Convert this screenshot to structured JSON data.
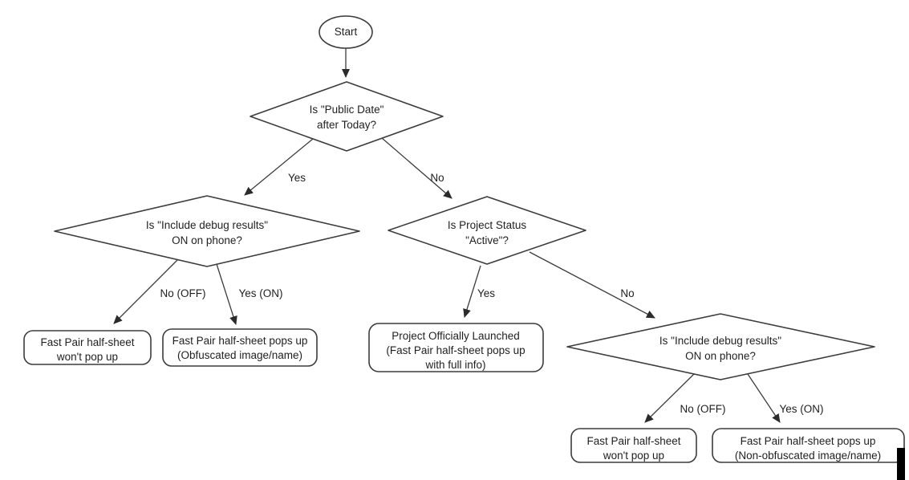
{
  "diagram": {
    "type": "flowchart",
    "background": "#ffffff",
    "stroke_color": "#3c3c3c",
    "text_color": "#1f1f1f",
    "nodes": {
      "start": {
        "shape": "ellipse",
        "label": "Start"
      },
      "decision_public_date": {
        "shape": "diamond",
        "lines": [
          "Is \"Public Date\"",
          "after Today?"
        ]
      },
      "decision_debug_left": {
        "shape": "diamond",
        "lines": [
          "Is \"Include debug results\"",
          "ON on phone?"
        ]
      },
      "decision_project_status": {
        "shape": "diamond",
        "lines": [
          "Is Project Status",
          "\"Active\"?"
        ]
      },
      "decision_debug_right": {
        "shape": "diamond",
        "lines": [
          "Is \"Include debug results\"",
          "ON on phone?"
        ]
      },
      "result_no_popup_left": {
        "shape": "rounded-rect",
        "lines": [
          "Fast Pair half-sheet",
          "won't pop up"
        ]
      },
      "result_obfuscated": {
        "shape": "rounded-rect",
        "lines": [
          "Fast Pair half-sheet pops up",
          "(Obfuscated image/name)"
        ]
      },
      "result_launched": {
        "shape": "rounded-rect",
        "lines": [
          "Project Officially Launched",
          "(Fast Pair half-sheet pops up",
          "with full info)"
        ]
      },
      "result_no_popup_right": {
        "shape": "rounded-rect",
        "lines": [
          "Fast Pair half-sheet",
          "won't pop up"
        ]
      },
      "result_non_obfuscated": {
        "shape": "rounded-rect",
        "lines": [
          "Fast Pair half-sheet pops up",
          "(Non-obfuscated image/name)"
        ]
      }
    },
    "edge_labels": {
      "public_date_yes": "Yes",
      "public_date_no": "No",
      "debug_left_no": "No (OFF)",
      "debug_left_yes": "Yes (ON)",
      "project_status_yes": "Yes",
      "project_status_no": "No",
      "debug_right_no": "No (OFF)",
      "debug_right_yes": "Yes (ON)"
    }
  }
}
